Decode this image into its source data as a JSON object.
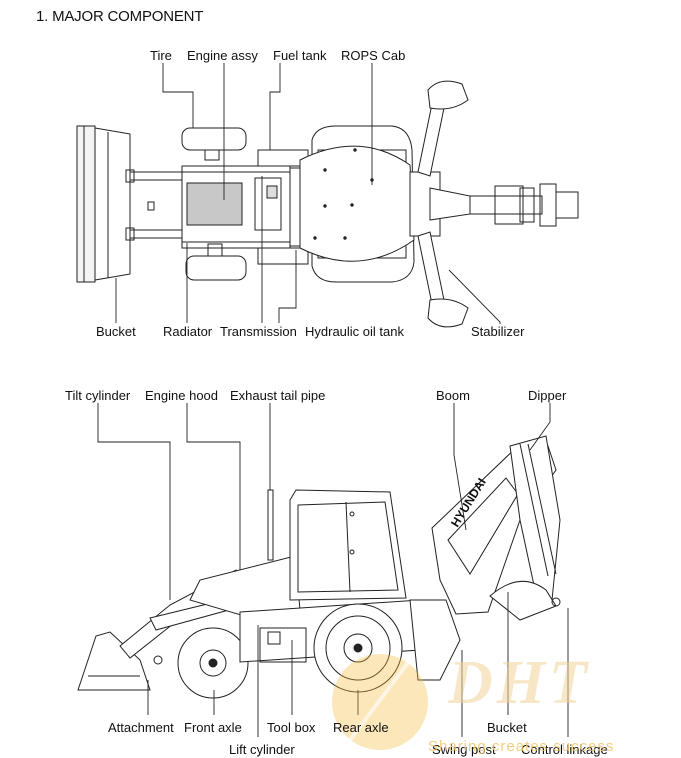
{
  "title": "1. MAJOR COMPONENT",
  "top_view": {
    "labels": {
      "tire": "Tire",
      "engine_assy": "Engine assy",
      "fuel_tank": "Fuel tank",
      "rops_cab": "ROPS Cab",
      "bucket": "Bucket",
      "radiator": "Radiator",
      "transmission": "Transmission",
      "hydraulic_oil_tank": "Hydraulic oil tank",
      "stabilizer": "Stabilizer"
    }
  },
  "side_view": {
    "labels": {
      "tilt_cylinder": "Tilt cylinder",
      "engine_hood": "Engine hood",
      "exhaust_tail_pipe": "Exhaust tail pipe",
      "boom": "Boom",
      "dipper": "Dipper",
      "attachment": "Attachment",
      "front_axle": "Front axle",
      "tool_box": "Tool box",
      "rear_axle": "Rear axle",
      "bucket": "Bucket",
      "lift_cylinder": "Lift cylinder",
      "swing_post": "Swing post",
      "control_linkage": "Control linkage"
    },
    "boom_text": "HYUNDAI"
  },
  "watermark": {
    "logo": "DHT",
    "tagline": "Sharing creates success"
  }
}
